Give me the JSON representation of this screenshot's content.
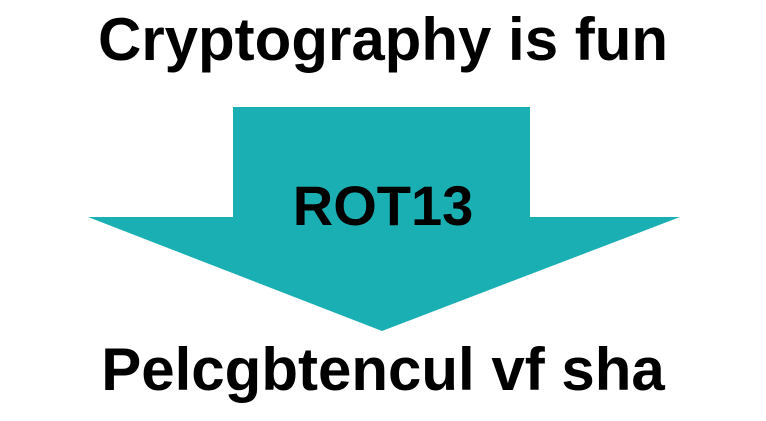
{
  "plaintext": "Cryptography is fun",
  "cipher": "ROT13",
  "ciphertext": "Pelcgbtencul vf sha",
  "colors": {
    "arrow": "#1aafb3",
    "text": "#000000",
    "background": "#ffffff"
  },
  "icons": {
    "arrow": "down-arrow"
  }
}
